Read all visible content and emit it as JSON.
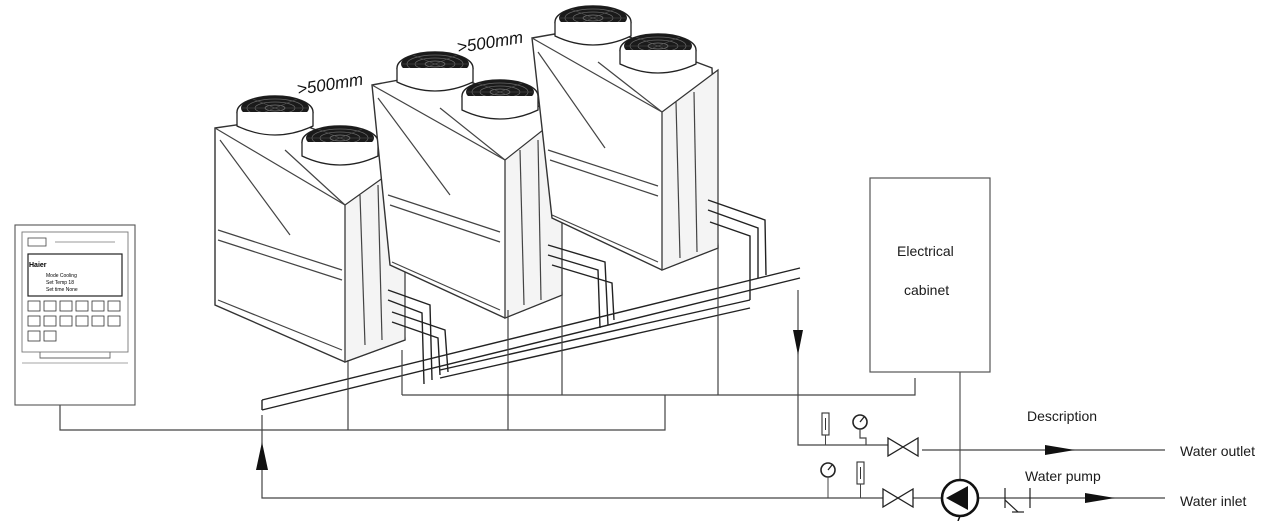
{
  "labels": {
    "gap_left": ">500mm",
    "gap_right": ">500mm",
    "cabinet_line1": "Electrical",
    "cabinet_line2": "cabinet",
    "description": "Description",
    "water_outlet": "Water outlet",
    "water_pump": "Water pump",
    "water_inlet": "Water inlet"
  },
  "controller": {
    "brand": "Haier",
    "screen_lines": [
      "",
      "Mode  Cooling",
      "Set Temp  18",
      "Set time  None"
    ]
  },
  "icons": [
    "fan-icon",
    "pressure-gauge-icon",
    "thermometer-icon",
    "gate-valve-icon",
    "pump-icon",
    "check-valve-icon",
    "flow-arrow-icon"
  ]
}
